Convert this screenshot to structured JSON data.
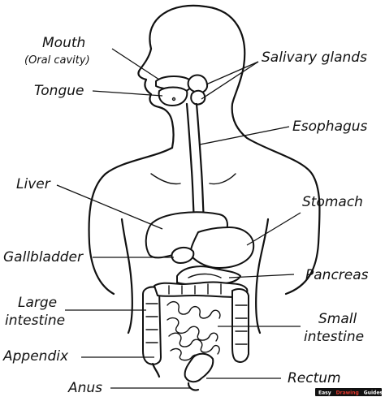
{
  "labels": {
    "mouth": "Mouth",
    "oral_cavity": "(Oral cavity)",
    "tongue": "Tongue",
    "salivary_glands": "Salivary glands",
    "esophagus": "Esophagus",
    "liver": "Liver",
    "stomach": "Stomach",
    "gallbladder": "Gallbladder",
    "pancreas": "Pancreas",
    "large_intestine_1": "Large",
    "large_intestine_2": "intestine",
    "small_intestine_1": "Small",
    "small_intestine_2": "intestine",
    "appendix": "Appendix",
    "anus": "Anus",
    "rectum": "Rectum"
  },
  "watermark": {
    "part1": "Easy",
    "part2": "Drawing",
    "part3": "Guides"
  },
  "colors": {
    "ink": "#111111",
    "background": "#ffffff",
    "watermark_accent": "#e8392f"
  }
}
